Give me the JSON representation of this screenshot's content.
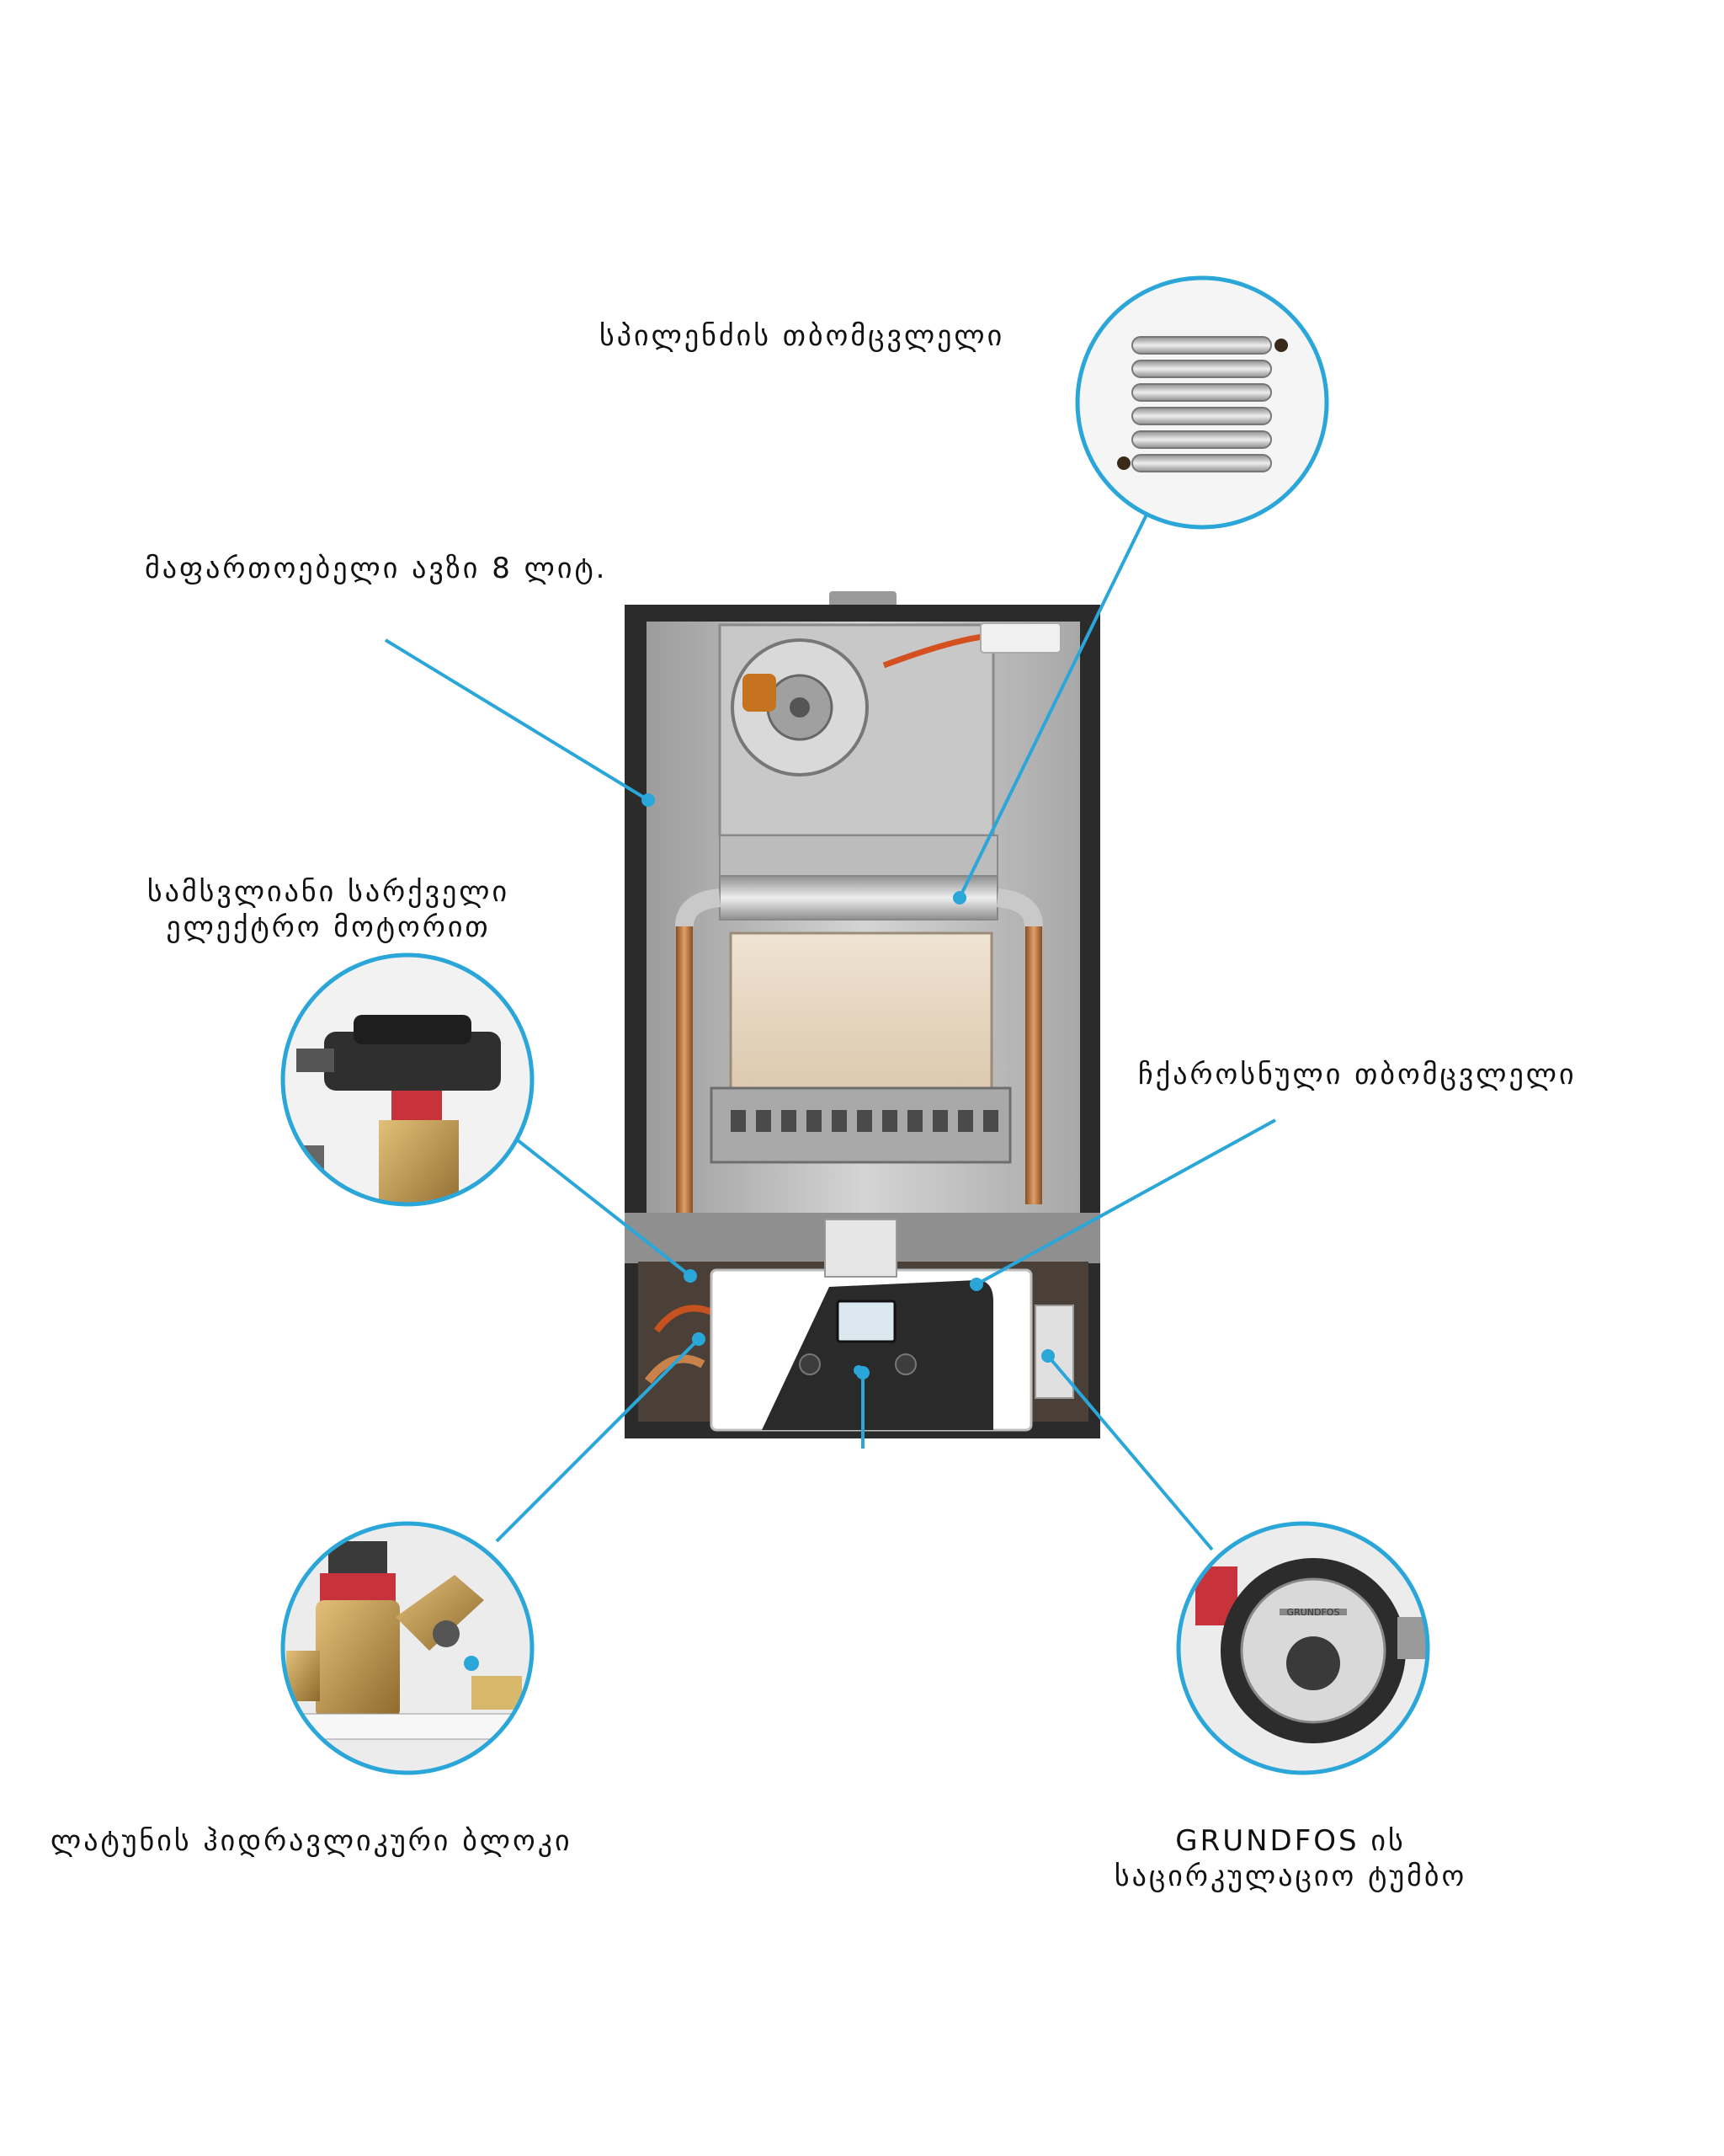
{
  "labels": {
    "copper_hx": "სპილენძის თბომცვლელი",
    "expansion_tank": "მაფართოებელი ავზი 8 ლიტ.",
    "fan_line1": "სამსვლიანი სარქველი",
    "fan_line2": "ელექტრო მოტორით",
    "plate_hx": "ჩქაროსნული თბომცვლელი",
    "brass_block": "ლატუნის ჰიდრავლიკური ბლოკი",
    "pump_line1": "GRUNDFOS ის",
    "pump_line2": "საცირკულაციო ტუმბო"
  },
  "pump_brand": "GRUNDFOS",
  "colors": {
    "callout": "#2aa6d9",
    "text": "#111111",
    "frame": "#2b2b2b",
    "panel": "#bdbdbd",
    "chamber": "#e8d9c6",
    "copper": "#c9834a",
    "brass": "#c7a25a",
    "display": "#dce8f0"
  },
  "icons": [
    "copper-coil-icon",
    "fan-motor-icon",
    "brass-valve-icon",
    "circulation-pump-icon",
    "control-display-icon"
  ]
}
